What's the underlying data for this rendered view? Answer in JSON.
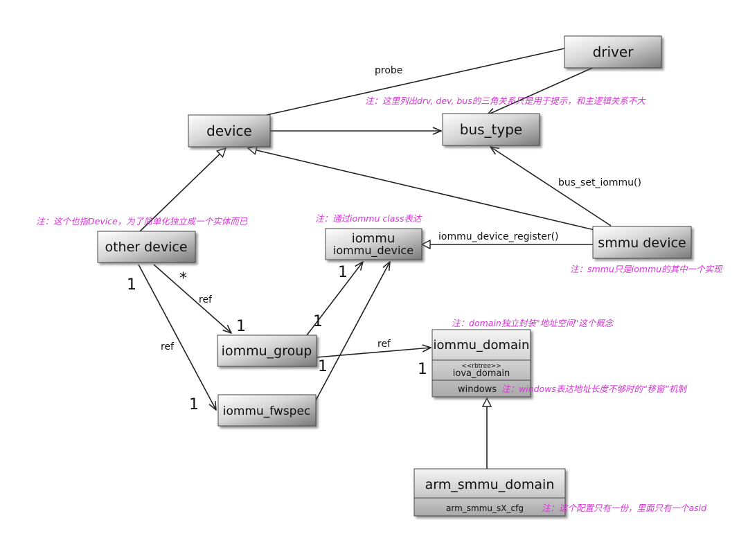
{
  "classes": {
    "driver": "driver",
    "device": "device",
    "bus_type": "bus_type",
    "other_device": "other device",
    "iommu": "iommu",
    "iommu_device": "iommu_device",
    "smmu_device": "smmu device",
    "iommu_group": "iommu_group",
    "iommu_fwspec": "iommu_fwspec",
    "iommu_domain": "iommu_domain",
    "iommu_domain_stereotype": "<<rbtree>>",
    "iova_domain": "iova_domain",
    "windows": "windows",
    "arm_smmu_domain": "arm_smmu_domain",
    "arm_smmu_s2_cfg": "arm_smmu_sX_cfg"
  },
  "edge_labels": {
    "probe": "probe",
    "bus_set_iommu": "bus_set_iommu()",
    "iommu_device_register": "iommu_device_register()",
    "ref_group": "ref",
    "ref_fwspec": "ref",
    "ref_domain": "ref"
  },
  "multiplicities": {
    "other_device_1": "1",
    "other_device_star": "*",
    "group_1": "1",
    "fwspec_1": "1",
    "group_to_iommu_1": "1",
    "iommu_1": "1",
    "group_domain_1": "1",
    "domain_1": "1"
  },
  "notes": {
    "driver_note": "注：这里列出drv, dev, bus的三角关系只是用于提示，和主逻辑关系不大",
    "other_device_note": "注：这个也指Device，为了简单化独立成一个实体而已",
    "iommu_note": "注：通过iommu class表达",
    "smmu_note": "注：smmu只是iommu的其中一个实现",
    "domain_note": "注：domain独立封装\"地址空间\"这个概念",
    "windows_note": "注：windows表达地址长度不够时的“移窗”机制",
    "arm_smmu_note": "注：这个配置只有一份，里面只有一个asid"
  }
}
